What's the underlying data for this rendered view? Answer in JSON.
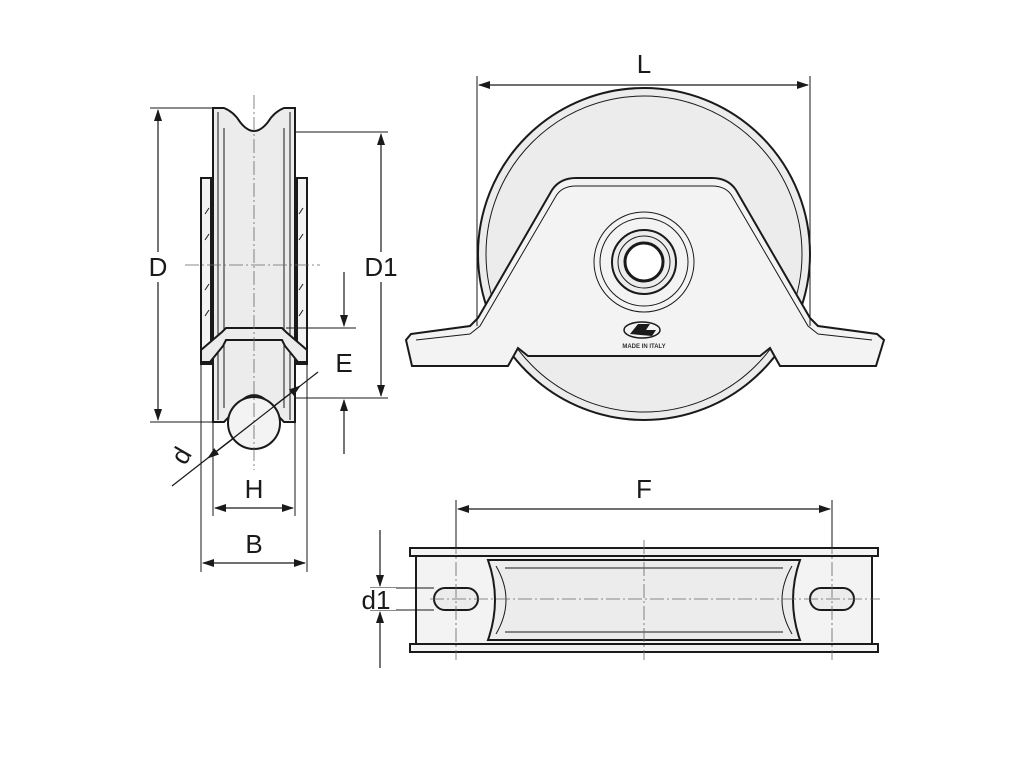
{
  "labels": {
    "D": "D",
    "D1": "D1",
    "E": "E",
    "d": "d",
    "H": "H",
    "B": "B",
    "L": "L",
    "F": "F",
    "d1": "d1"
  },
  "logo": {
    "made_in": "MADE IN ITALY"
  },
  "colors": {
    "line": "#1a1a1a",
    "fill": "#ececec",
    "background": "#ffffff"
  }
}
